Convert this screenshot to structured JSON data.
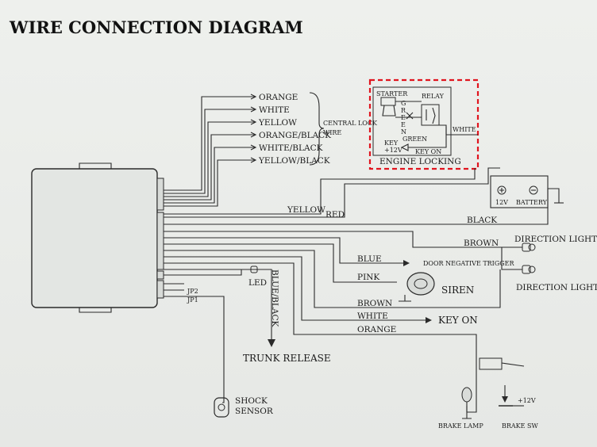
{
  "title": "WIRE CONNECTION DIAGRAM",
  "central_lock": {
    "wires": [
      "ORANGE",
      "WHITE",
      "YELLOW",
      "ORANGE/BLACK",
      "WHITE/BLACK",
      "YELLOW/BLACK"
    ],
    "label_line1": "CENTRAL LOCK",
    "label_line2": "WIRE"
  },
  "engine_locking": {
    "title": "ENGINE LOCKING",
    "starter": "STARTER",
    "relay": "RELAY",
    "green_letters": [
      "G",
      "R",
      "E",
      "E",
      "N"
    ],
    "green": "GREEN",
    "white": "WHITE",
    "key": "KEY",
    "key_voltage": "+12V",
    "key_on": "KEY ON",
    "highlight_color": "#e0141e"
  },
  "wires": {
    "yellow": "YELLOW",
    "red": "RED",
    "black": "BLACK",
    "brown_top": "BROWN",
    "blue": "BLUE",
    "pink": "PINK",
    "brown": "BROWN",
    "white": "WHITE",
    "orange": "ORANGE",
    "blue_black": "BLUE/BLACK"
  },
  "components": {
    "battery_voltage": "12V",
    "battery": "BATTERY",
    "direction_light_1": "DIRECTION LIGHT",
    "direction_light_2": "DIRECTION LIGHT",
    "door_trigger": "DOOR NEGATIVE TRIGGER",
    "siren": "SIREN",
    "key_on": "KEY ON",
    "led": "LED",
    "jp2": "JP2",
    "jp1": "JP1",
    "trunk_release": "TRUNK RELEASE",
    "shock_line1": "SHOCK",
    "shock_line2": "SENSOR",
    "brake_lamp": "BRAKE LAMP",
    "brake_sw": "BRAKE SW",
    "brake_voltage": "+12V"
  }
}
